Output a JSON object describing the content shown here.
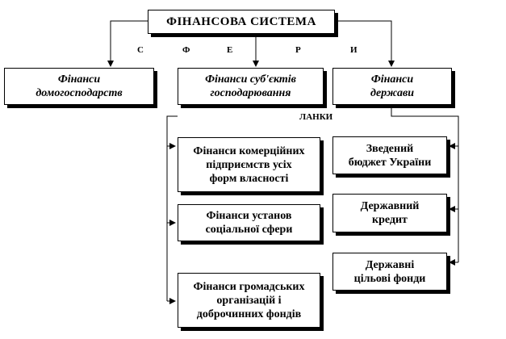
{
  "title": "ФІНАНСОВА СИСТЕМА",
  "spheres_letters": [
    "С",
    "Ф",
    "Е",
    "Р",
    "И"
  ],
  "links_label": "ЛАНКИ",
  "spheres": {
    "households": [
      "Фінанси",
      "домогосподарств"
    ],
    "enterprises": [
      "Фінанси суб'єктів",
      "господарювання"
    ],
    "state": [
      "Фінанси",
      "держави"
    ]
  },
  "enterprise_links": {
    "commercial": [
      "Фінанси комерційних",
      "підприємств усіх",
      "форм власності"
    ],
    "social": [
      "Фінанси установ",
      "соціальної сфери"
    ],
    "public_orgs": [
      "Фінанси громадських",
      "організацій і",
      "доброчинних фондів"
    ]
  },
  "state_links": {
    "budget": [
      "Зведений",
      "бюджет України"
    ],
    "credit": [
      "Державний",
      "кредит"
    ],
    "funds": [
      "Державні",
      "цільові фонди"
    ]
  }
}
